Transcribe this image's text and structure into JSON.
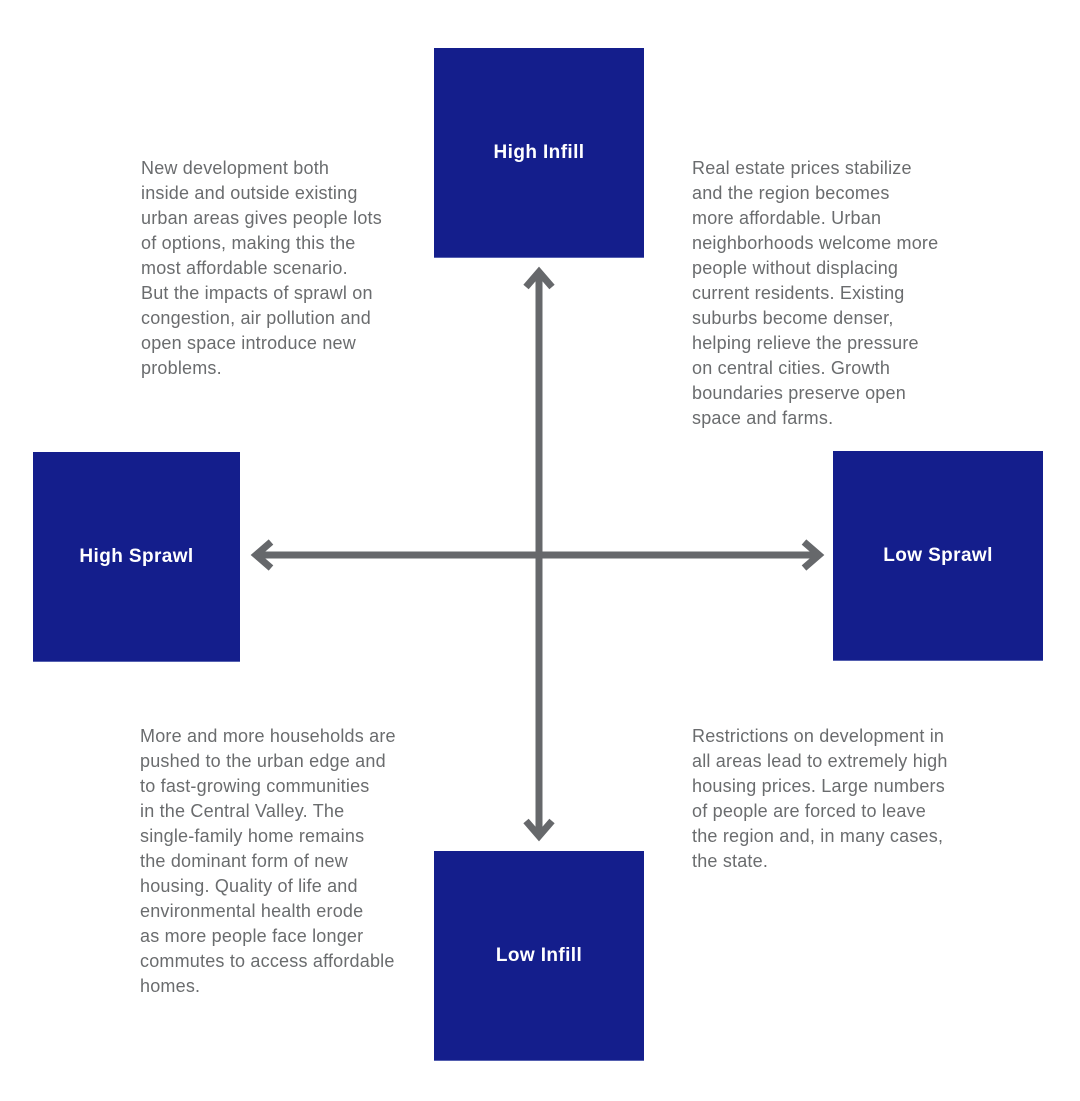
{
  "diagram": {
    "colors": {
      "box_blue": "#141e8c",
      "arrow_gray": "#66686b",
      "paragraph_gray": "#6a6c6e",
      "label_white": "#ffffff",
      "background": "#ffffff"
    },
    "axis_boxes": {
      "high_infill": "High Infill",
      "low_infill": "Low Infill",
      "high_sprawl": "High Sprawl",
      "low_sprawl": "Low Sprawl"
    },
    "quadrants": {
      "top_left": "New development both\ninside and outside existing\nurban areas gives people lots\nof options, making this the\nmost affordable scenario.\nBut the impacts of sprawl on\ncongestion, air pollution and\nopen space introduce new\nproblems.",
      "top_right": "Real estate prices stabilize\nand the region becomes\nmore affordable. Urban\nneighborhoods welcome more\npeople without displacing\ncurrent residents. Existing\nsuburbs become denser,\nhelping relieve the pressure\non central cities. Growth\nboundaries preserve open\nspace and farms.",
      "bottom_left": "More and more households are\npushed to the urban edge and\nto fast-growing communities\nin the Central Valley. The\nsingle-family home remains\nthe dominant form of new\nhousing. Quality of life and\nenvironmental health erode\nas more people face longer\ncommutes to access affordable\nhomes.",
      "bottom_right": "Restrictions on development in\nall areas lead to extremely high\nhousing prices. Large numbers\nof people are forced to leave\nthe region and, in many cases,\nthe state."
    }
  }
}
